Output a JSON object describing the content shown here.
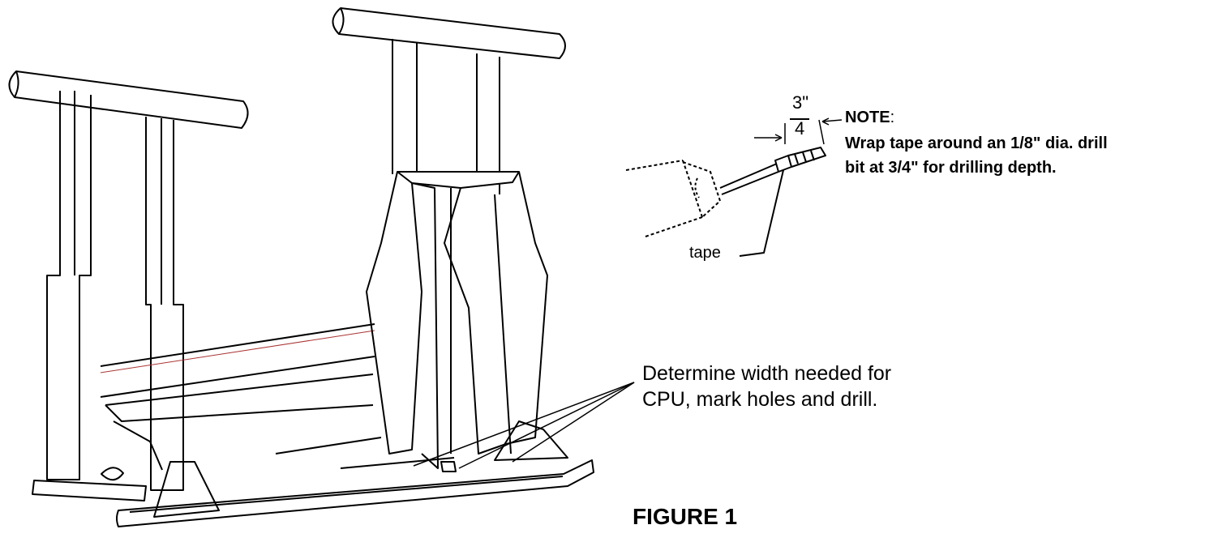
{
  "labels": {
    "dimension_numerator": "3\"",
    "dimension_denominator": "4",
    "note_title": "NOTE",
    "note_colon": ":",
    "note_line1": "Wrap tape around an 1/8\" dia. drill",
    "note_line2": "bit at 3/4\" for drilling depth.",
    "tape": "tape",
    "determine_line1": "Determine width needed for",
    "determine_line2": "CPU, mark holes and drill.",
    "figure": "FIGURE 1"
  }
}
